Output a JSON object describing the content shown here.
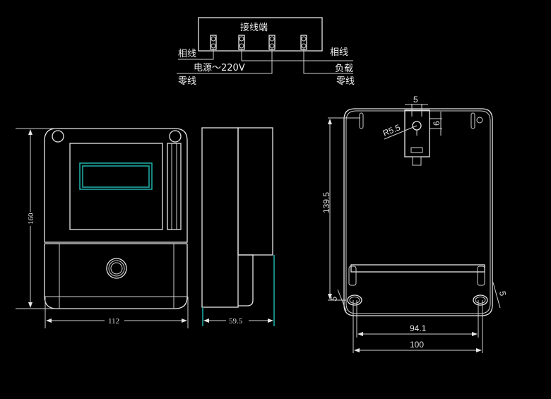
{
  "wiring": {
    "title": "接线端",
    "phase_left": "相线",
    "source": "电源～220V",
    "neutral_left": "零线",
    "phase_right": "相线",
    "load": "负载",
    "neutral_right": "零线"
  },
  "front_view": {
    "height_dim": "160",
    "width_dim": "112"
  },
  "side_view": {
    "depth_dim": "59.5"
  },
  "back_view": {
    "slot_width": "5",
    "slot_height": "6",
    "radius": "R5.5",
    "mount_height": "139.5",
    "hole_left": "5",
    "hole_right": "5",
    "hole_spacing": "94.1",
    "overall_width": "100"
  },
  "colors": {
    "background": "#000000",
    "line": "#e6e6e6",
    "display": "#1fa8a0"
  }
}
